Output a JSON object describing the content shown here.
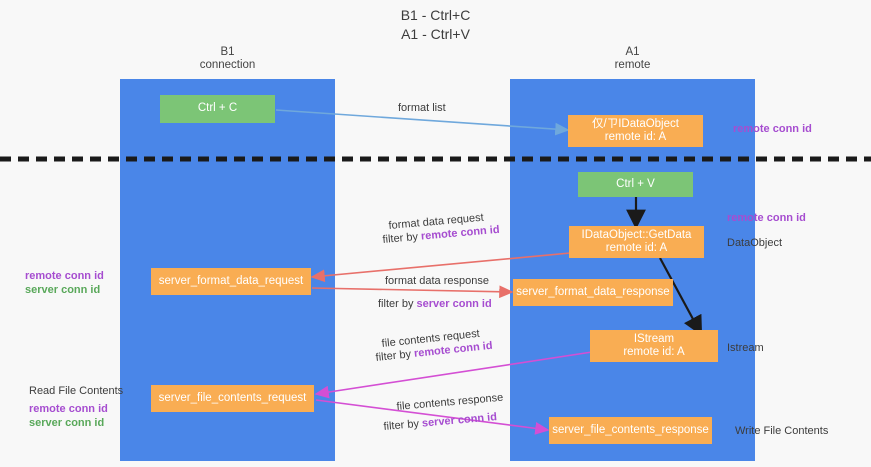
{
  "title": "B1 - Ctrl+C\nA1 - Ctrl+V",
  "lanes": [
    {
      "id": "b1",
      "title": "B1\nconnection"
    },
    {
      "id": "a1",
      "title": "A1\nremote"
    }
  ],
  "boxes": {
    "ctrl_c": "Ctrl + C",
    "ctrl_v": "Ctrl + V",
    "idataobject": "仅/ㄗIDataObject\nremote id: A",
    "idataobject_getdata": "IDataObject::GetData\nremote id: A",
    "istream": "IStream\nremote id: A",
    "server_format_data_request": "server_format_data_request",
    "server_format_data_response": "server_format_data_response",
    "server_file_contents_request": "server_file_contents_request",
    "server_file_contents_response": "server_file_contents_response"
  },
  "edge_labels": {
    "format_list": "format list",
    "format_data_request": "format data request",
    "format_data_request_filter_prefix": "filter by ",
    "format_data_request_filter_key": "remote conn id",
    "format_data_response": "format data response",
    "format_data_response_filter_prefix": "filter by ",
    "format_data_response_filter_key": "server conn id",
    "file_contents_request": "file contents request",
    "file_contents_request_filter_prefix": "filter by ",
    "file_contents_request_filter_key": "remote conn id",
    "file_contents_response": "file contents response",
    "file_contents_response_filter_prefix": "filter by ",
    "file_contents_response_filter_key": "server conn id"
  },
  "side_labels": {
    "right_remote_conn_id_top": "remote conn id",
    "right_remote_conn_id_mid": "remote conn id",
    "right_dataobject": "DataObject",
    "right_istream": "Istream",
    "right_write_file_contents": "Write File Contents",
    "left_remote_conn_id_mid": "remote conn id",
    "left_server_conn_id_mid": "server conn id",
    "left_read_file_contents": "Read File Contents",
    "left_remote_conn_id_bottom": "remote conn id",
    "left_server_conn_id_bottom": "server conn id"
  },
  "colors": {
    "lane": "#4a86e8",
    "box_orange": "#f9ad53",
    "box_green": "#7cc576",
    "accent_purple": "#a64dd0",
    "accent_green": "#59a85a",
    "arrow_blue": "#6fa8dc",
    "arrow_red": "#e8706a",
    "arrow_magenta": "#d44fd4",
    "arrow_black": "#1a1a1a",
    "background": "#f8f8f8"
  }
}
